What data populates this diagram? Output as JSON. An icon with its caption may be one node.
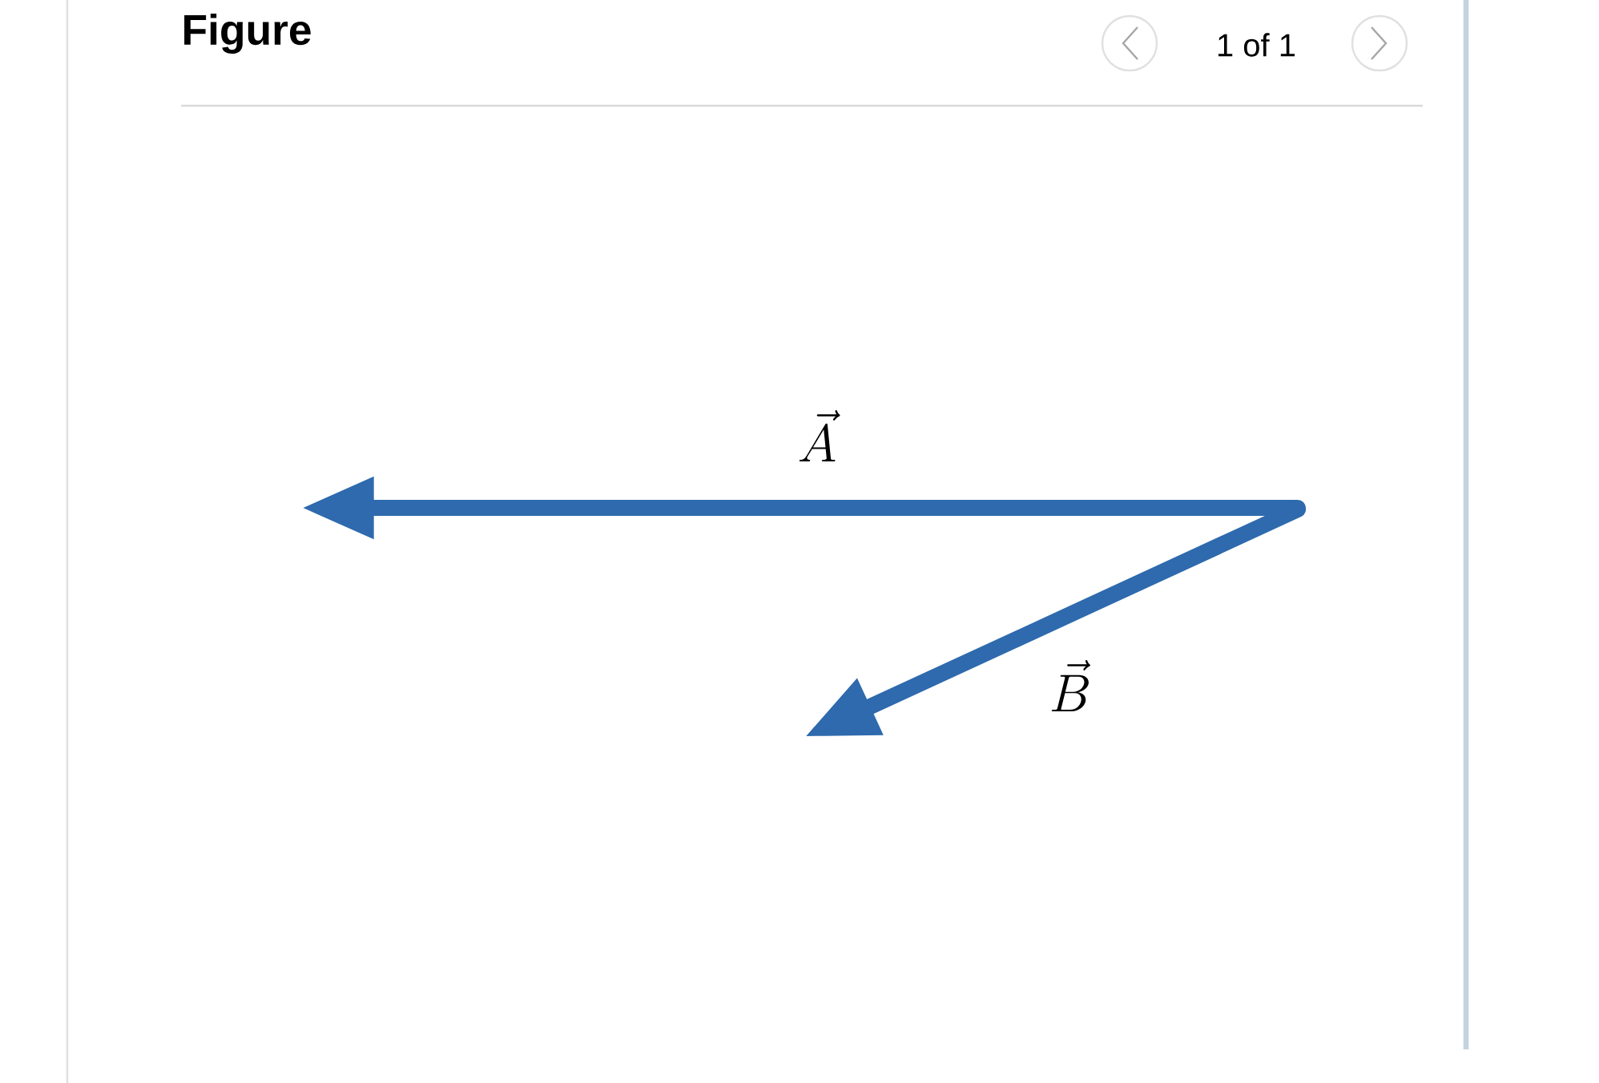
{
  "diagram": {
    "title": "Figure",
    "labels": [
      "1 of 1",
      "\\vec{A}",
      "\\vec{B}"
    ]
  }
}
